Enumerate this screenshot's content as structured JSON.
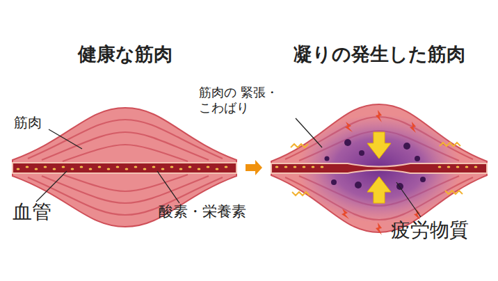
{
  "diagram": {
    "nodes": [
      {
        "text": [
          "健康な筋肉"
        ]
      },
      {
        "text": [
          "凝りの発生した筋肉"
        ]
      }
    ],
    "edges": [
      {
        "from": 0,
        "to": 1,
        "arrow": "to"
      }
    ],
    "labels": [
      "筋肉",
      "血管",
      "酸素・栄養素",
      "筋肉の 緊張・こわばり",
      "疲労物質"
    ]
  }
}
